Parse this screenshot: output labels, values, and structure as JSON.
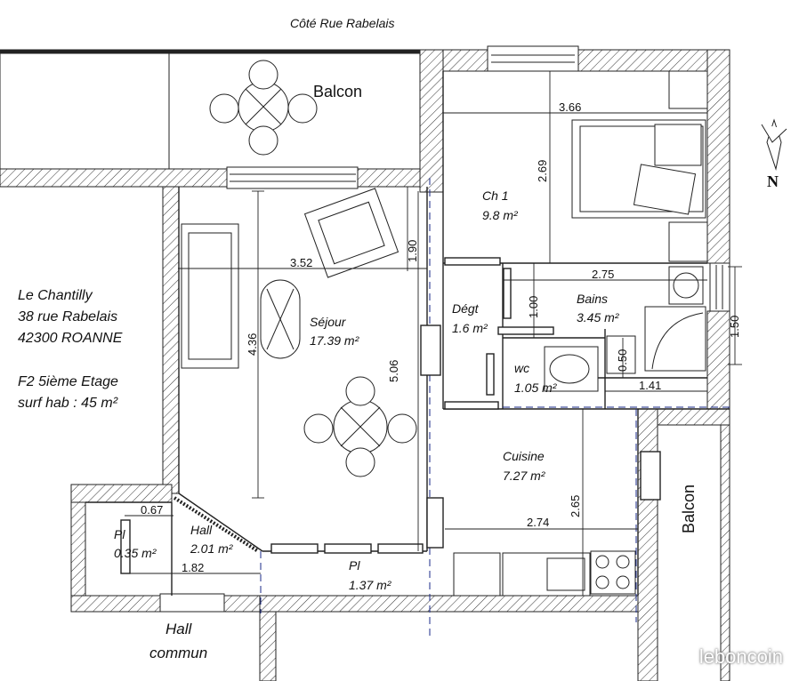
{
  "header": {
    "street_label": "Côté  Rue Rabelais"
  },
  "address": {
    "line1": "Le Chantilly",
    "line2": "38 rue Rabelais",
    "line3": "42300  ROANNE",
    "line4": "F2   5ième Etage",
    "line5": "surf hab : 45 m²"
  },
  "compass": {
    "label": "N"
  },
  "rooms": {
    "balcon_top": {
      "name": "Balcon"
    },
    "balcon_right": {
      "name": "Balcon"
    },
    "sejour": {
      "name": "Séjour",
      "area": "17.39 m²"
    },
    "ch1": {
      "name": "Ch 1",
      "area": "9.8 m²"
    },
    "degt": {
      "name": "Dégt",
      "area": "1.6 m²"
    },
    "bains": {
      "name": "Bains",
      "area": "3.45 m²"
    },
    "wc": {
      "name": "wc",
      "area": "1.05 m²"
    },
    "cuisine": {
      "name": "Cuisine",
      "area": "7.27 m²"
    },
    "hall": {
      "name": "Hall",
      "area": "2.01 m²"
    },
    "pl_small": {
      "name": "Pl",
      "area": "0.35 m²"
    },
    "pl": {
      "name": "Pl",
      "area": "1.37 m²"
    },
    "hall_commun": {
      "line1": "Hall",
      "line2": "commun"
    }
  },
  "dimensions": {
    "d_366": "3.66",
    "d_269": "2.69",
    "d_352": "3.52",
    "d_190": "1.90",
    "d_436": "4.36",
    "d_506": "5.06",
    "d_275": "2.75",
    "d_100": "1.00",
    "d_150": "1.50",
    "d_050": "0.50",
    "d_141": "1.41",
    "d_265": "2.65",
    "d_274": "2.74",
    "d_067": "0.67",
    "d_182": "1.82"
  },
  "watermark": "leboncoin"
}
